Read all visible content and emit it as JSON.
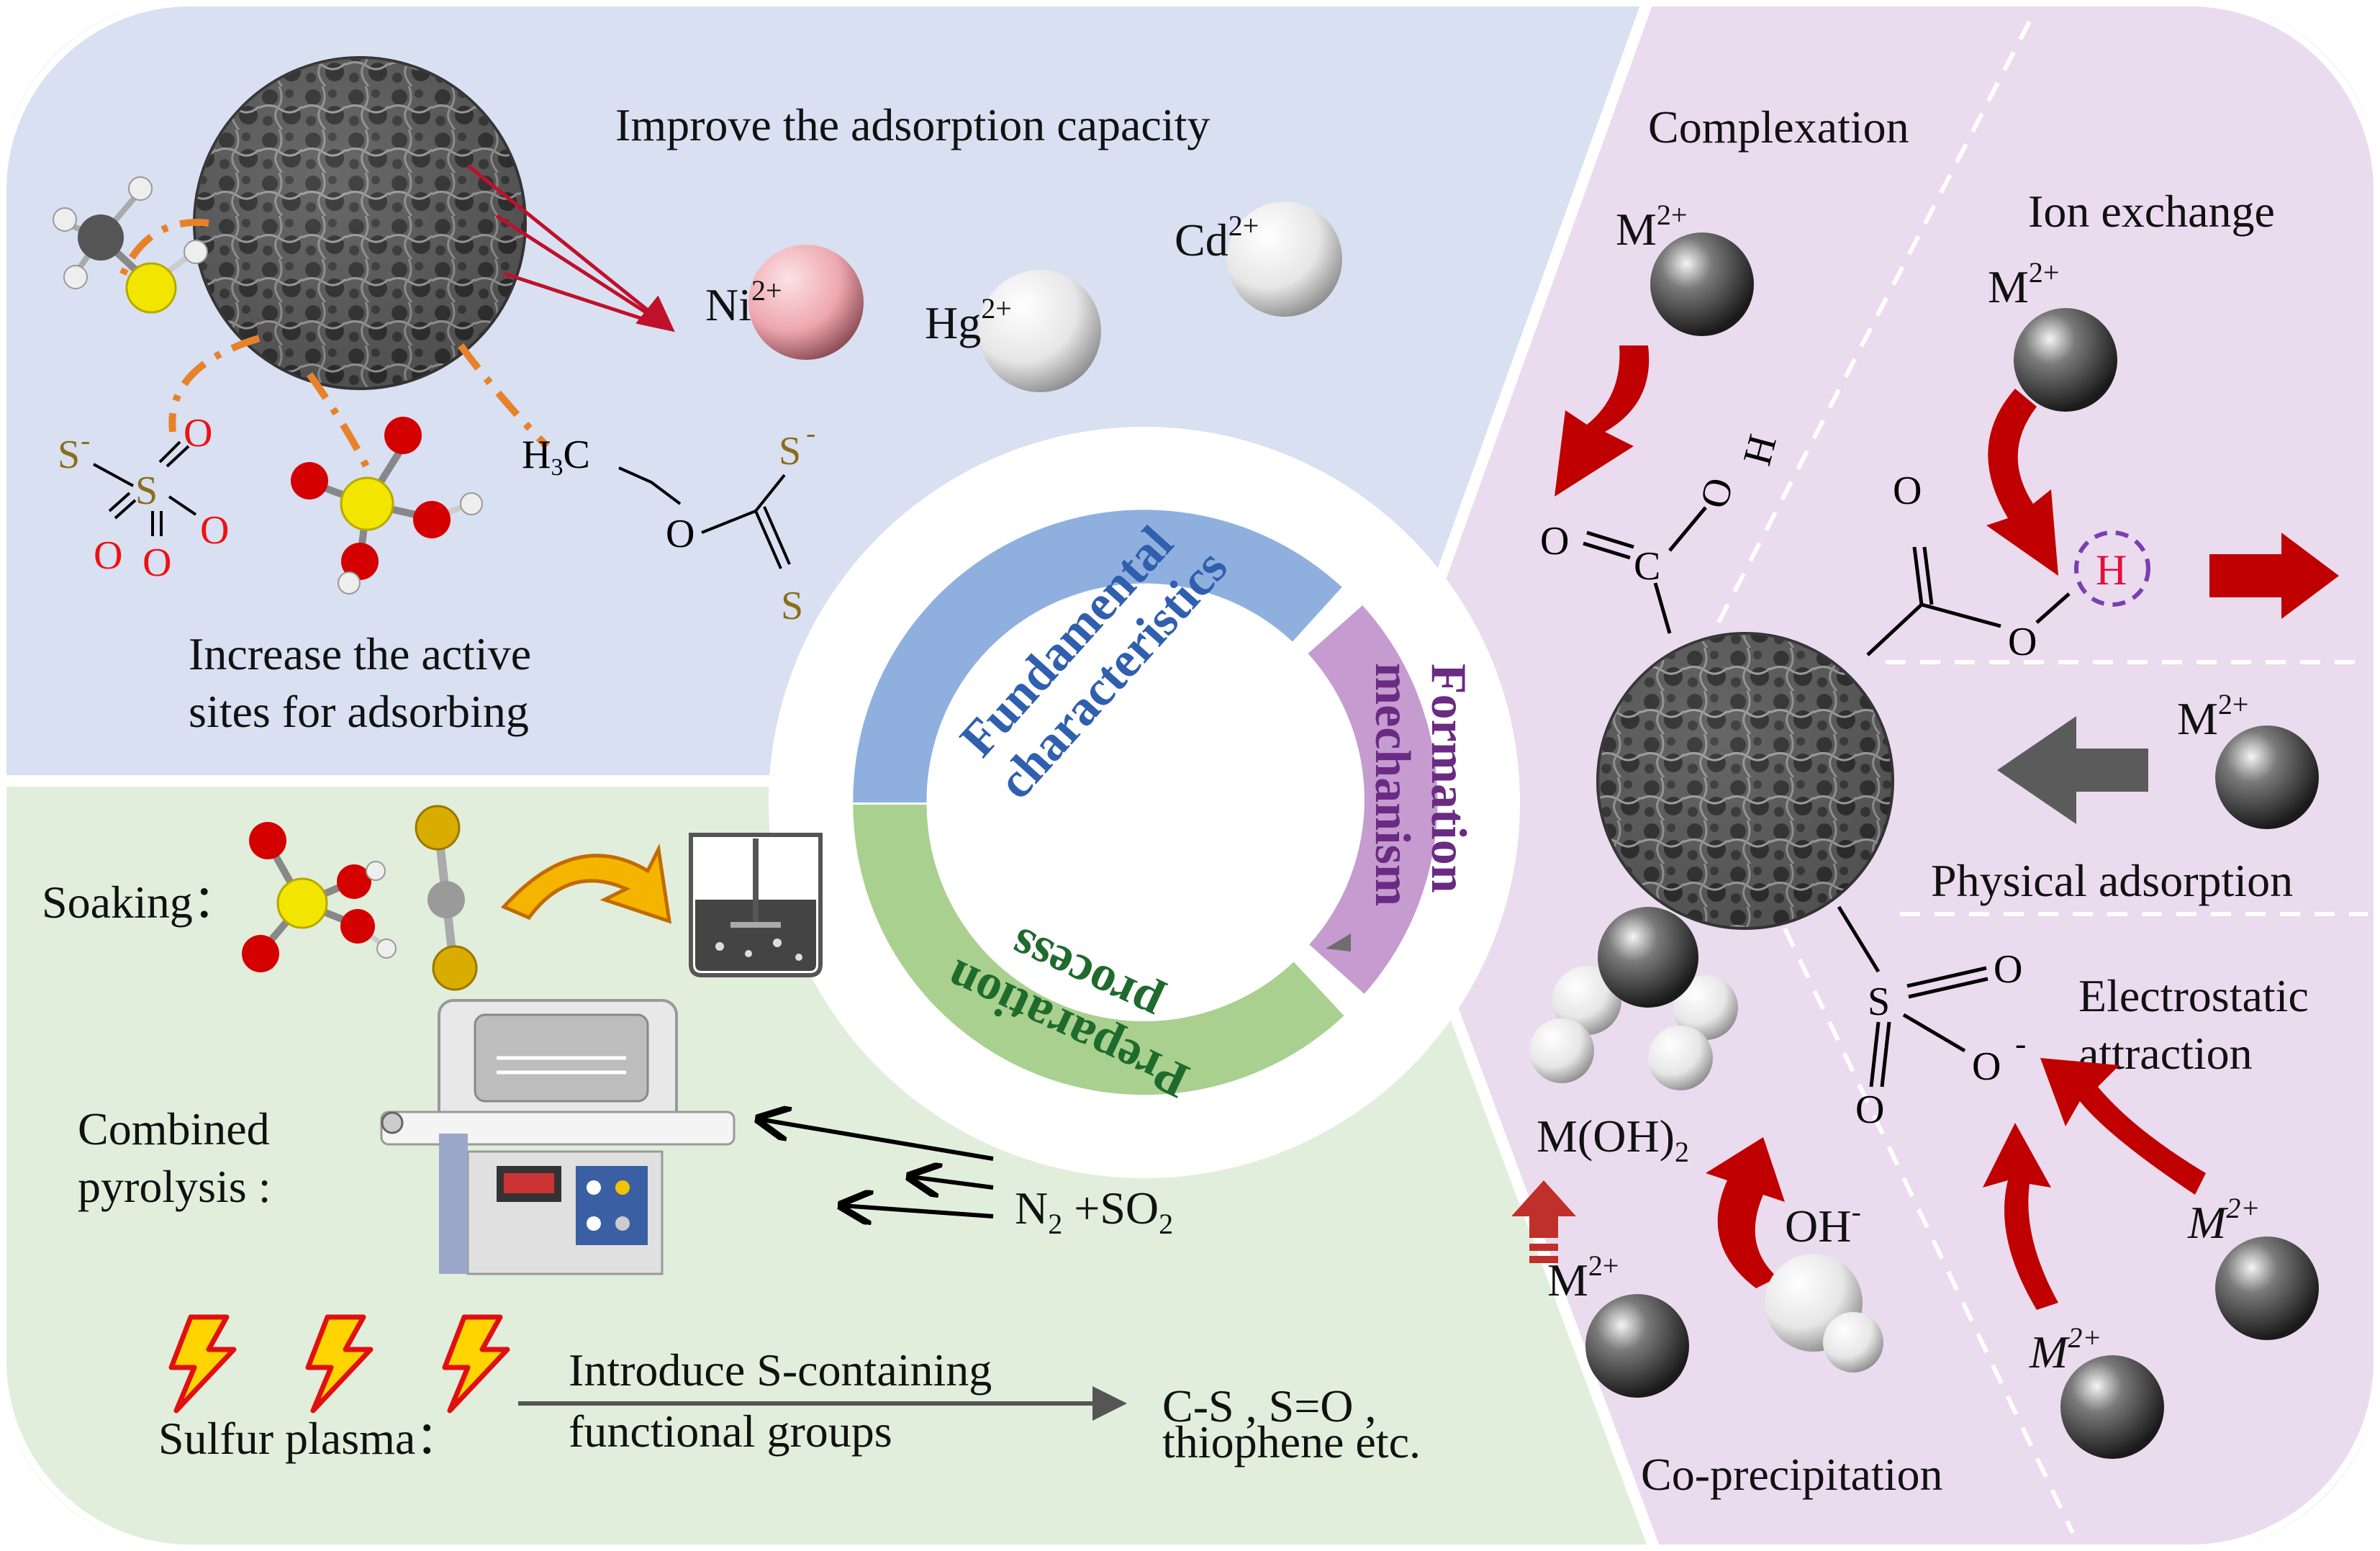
{
  "colors": {
    "panel_adsorption": "#d8e0f1",
    "panel_preparation": "#e1eedb",
    "panel_mechanism": "#eadcee",
    "ring_fundamental": "#8fb0df",
    "ring_preparation": "#a9d08e",
    "ring_formation": "#c59bd0",
    "text_fundamental": "#2f5fae",
    "text_preparation": "#1e6b2d",
    "text_formation": "#6a2b83",
    "red_arrow": "#c00000",
    "nickel_ion": "#eea6ae",
    "dash_orange": "#e8822a"
  },
  "top_panel": {
    "title": "Improve the adsorption capacity",
    "subtitle_line1": "Increase the active",
    "subtitle_line2": "sites for adsorbing",
    "ion_ni": "Ni",
    "ion_ni_charge": "2+",
    "ion_hg": "Hg",
    "ion_hg_charge": "2+",
    "ion_cd": "Cd",
    "ion_cd_charge": "2+",
    "s_minus": "S",
    "sulfonate_s": "S",
    "sulfonate_o": "O",
    "h3c": "H",
    "h3c_sub": "3",
    "h3c_c": "C",
    "xanthate_o": "O",
    "xanthate_s": "S",
    "minus": "-"
  },
  "bottom_panel": {
    "soaking": "Soaking：",
    "combined_line1": "Combined",
    "combined_line2": "pyrolysis :",
    "gas_n": "N",
    "gas_n_sub": "2",
    "gas_plus_so": " +SO",
    "gas_so_sub": "2",
    "plasma": "Sulfur plasma：",
    "introduce_line1": "Introduce S-containing",
    "introduce_line2": "functional groups",
    "result_line1": "C-S , S=O ,",
    "result_line2": "thiophene  etc."
  },
  "ring": {
    "fundamental_line1": "Fundamental",
    "fundamental_line2": "characteristics",
    "formation_line1": "Formation",
    "formation_line2": "mechanism",
    "preparation_line1": "Preparation",
    "preparation_line2": "process"
  },
  "mechanism": {
    "complexation": "Complexation",
    "ion_exchange": "Ion exchange",
    "physical_adsorption": "Physical adsorption",
    "electrostatic_line1": "Electrostatic",
    "electrostatic_line2": "attraction",
    "coprecipitation": "Co-precipitation",
    "metal": "M",
    "metal_charge": "2+",
    "moh": "M(OH)",
    "moh_sub": "2",
    "oh": "OH",
    "oh_charge": "-",
    "o": "O",
    "c": "C",
    "h": "H",
    "s": "S",
    "minus": "-"
  }
}
